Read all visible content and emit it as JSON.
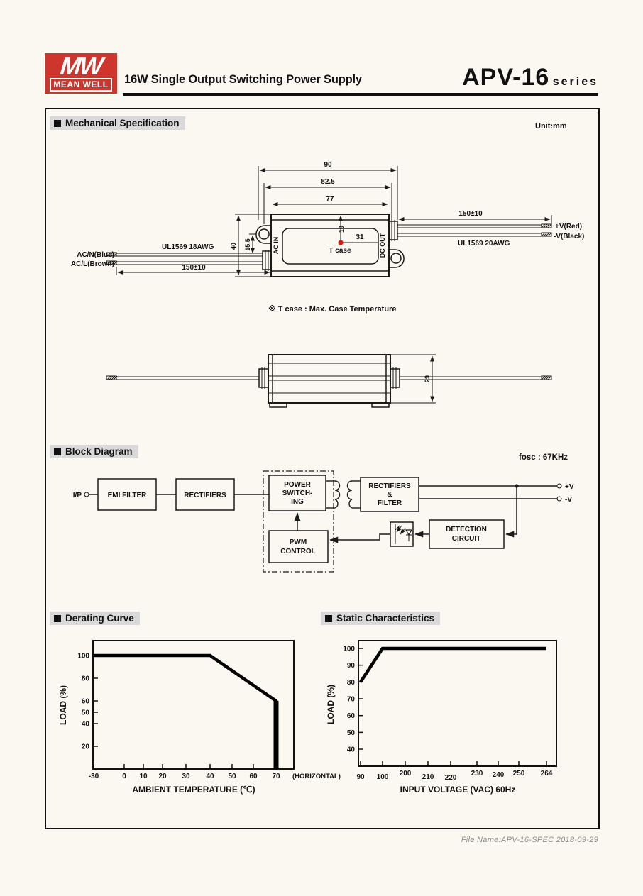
{
  "header": {
    "logo_mw": "MW",
    "logo_brand": "MEAN WELL",
    "product_title": "16W Single Output Switching Power Supply",
    "series_code": "APV-16",
    "series_word": "series",
    "brand_red": "#CE352C"
  },
  "sections": {
    "mechanical_title": "Mechanical Specification",
    "unit": "Unit:mm",
    "block_title": "Block Diagram",
    "fosc": "fosc : 67KHz",
    "derating_title": "Derating Curve",
    "static_title": "Static Characteristics"
  },
  "mechanical": {
    "dims": {
      "d90": "90",
      "d825": "82.5",
      "d77": "77",
      "d40": "40",
      "d155": "15.5",
      "d19": "19",
      "d31": "31",
      "d29": "29",
      "lead_left": "150±10",
      "lead_right": "150±10"
    },
    "labels": {
      "ac_in": "AC IN",
      "dc_out": "DC OUT",
      "t_case": "T case",
      "acn": "AC/N(Blue)",
      "acl": "AC/L(Brown)",
      "wire_left": "UL1569  18AWG",
      "wire_right": "UL1569  20AWG",
      "v_plus": "+V(Red)",
      "v_minus": "-V(Black)",
      "note": "※ T case : Max. Case Temperature",
      "tcase_dot_color": "#E8130C"
    }
  },
  "block_diagram": {
    "input_label": "I/P",
    "blocks": {
      "emi": "EMI FILTER",
      "rectifiers": "RECTIFIERS",
      "power": [
        "POWER",
        "SWITCH-",
        "ING"
      ],
      "pwm": [
        "PWM",
        "CONTROL"
      ],
      "rect_filter": [
        "RECTIFIERS",
        "&",
        "FILTER"
      ],
      "detection": [
        "DETECTION",
        "CIRCUIT"
      ]
    },
    "outputs": {
      "v_plus": "+V",
      "v_minus": "-V"
    }
  },
  "chart_data": [
    {
      "id": "derating",
      "type": "line",
      "title": "Derating Curve",
      "xlabel": "AMBIENT TEMPERATURE (℃)",
      "ylabel": "LOAD (%)",
      "x_ticks": [
        -30,
        0,
        10,
        20,
        30,
        40,
        50,
        60,
        70
      ],
      "x_extra_label": "(HORIZONTAL)",
      "y_ticks": [
        20,
        40,
        50,
        60,
        80,
        100
      ],
      "ylim": [
        0,
        113
      ],
      "grid": false,
      "series": [
        {
          "name": "load_vs_temp",
          "points": [
            [
              -30,
              100
            ],
            [
              40,
              100
            ],
            [
              70,
              60
            ],
            [
              70,
              0
            ]
          ]
        }
      ]
    },
    {
      "id": "static",
      "type": "line",
      "title": "Static Characteristics",
      "xlabel": "INPUT VOLTAGE (VAC) 60Hz",
      "ylabel": "LOAD (%)",
      "x_ticks": [
        90,
        100,
        200,
        210,
        220,
        230,
        240,
        250,
        264
      ],
      "y_ticks": [
        40,
        50,
        60,
        70,
        80,
        90,
        100
      ],
      "ylim": [
        29,
        105
      ],
      "grid": false,
      "series": [
        {
          "name": "load_vs_vin",
          "points": [
            [
              90,
              80
            ],
            [
              100,
              100
            ],
            [
              264,
              100
            ]
          ]
        }
      ]
    }
  ],
  "footer": {
    "file_info": "File Name:APV-16-SPEC  2018-09-29"
  }
}
